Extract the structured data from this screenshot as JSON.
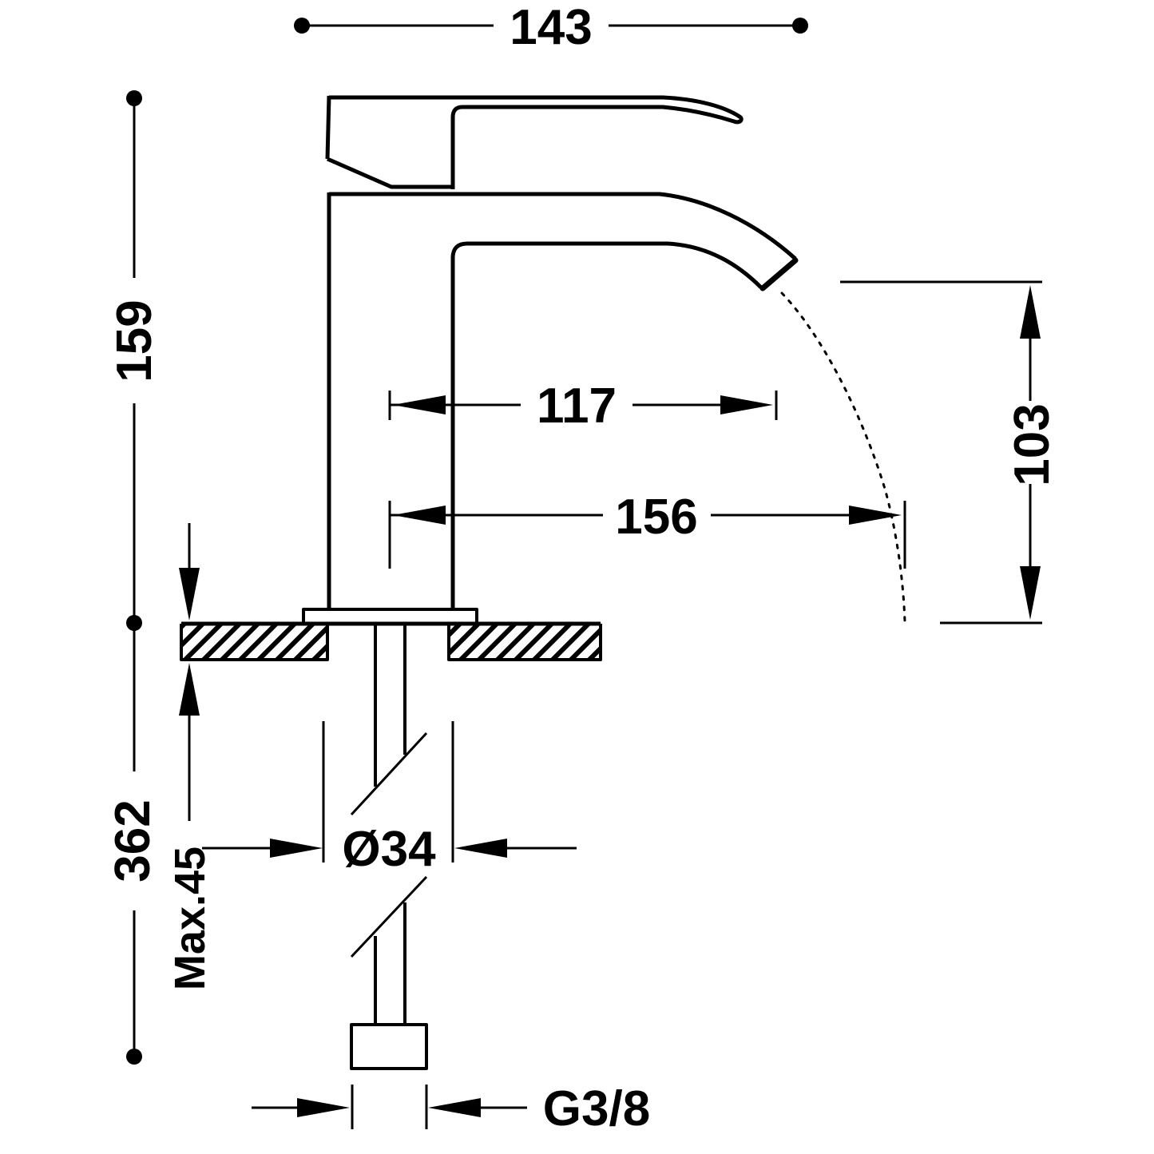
{
  "drawing": {
    "type": "technical-dimension-drawing",
    "subject": "single-lever basin mixer tap, side view with under-counter supply",
    "background_color": "#ffffff",
    "line_color": "#000000",
    "dimensions": {
      "overall_length": "143",
      "total_height": "159",
      "spout_reach": "117",
      "stream_reach": "156",
      "outlet_height": "103",
      "below_counter_length": "362",
      "max_counter_thickness": "Max.45",
      "base_diameter": "Ø34",
      "connection_thread": "G3/8"
    }
  }
}
